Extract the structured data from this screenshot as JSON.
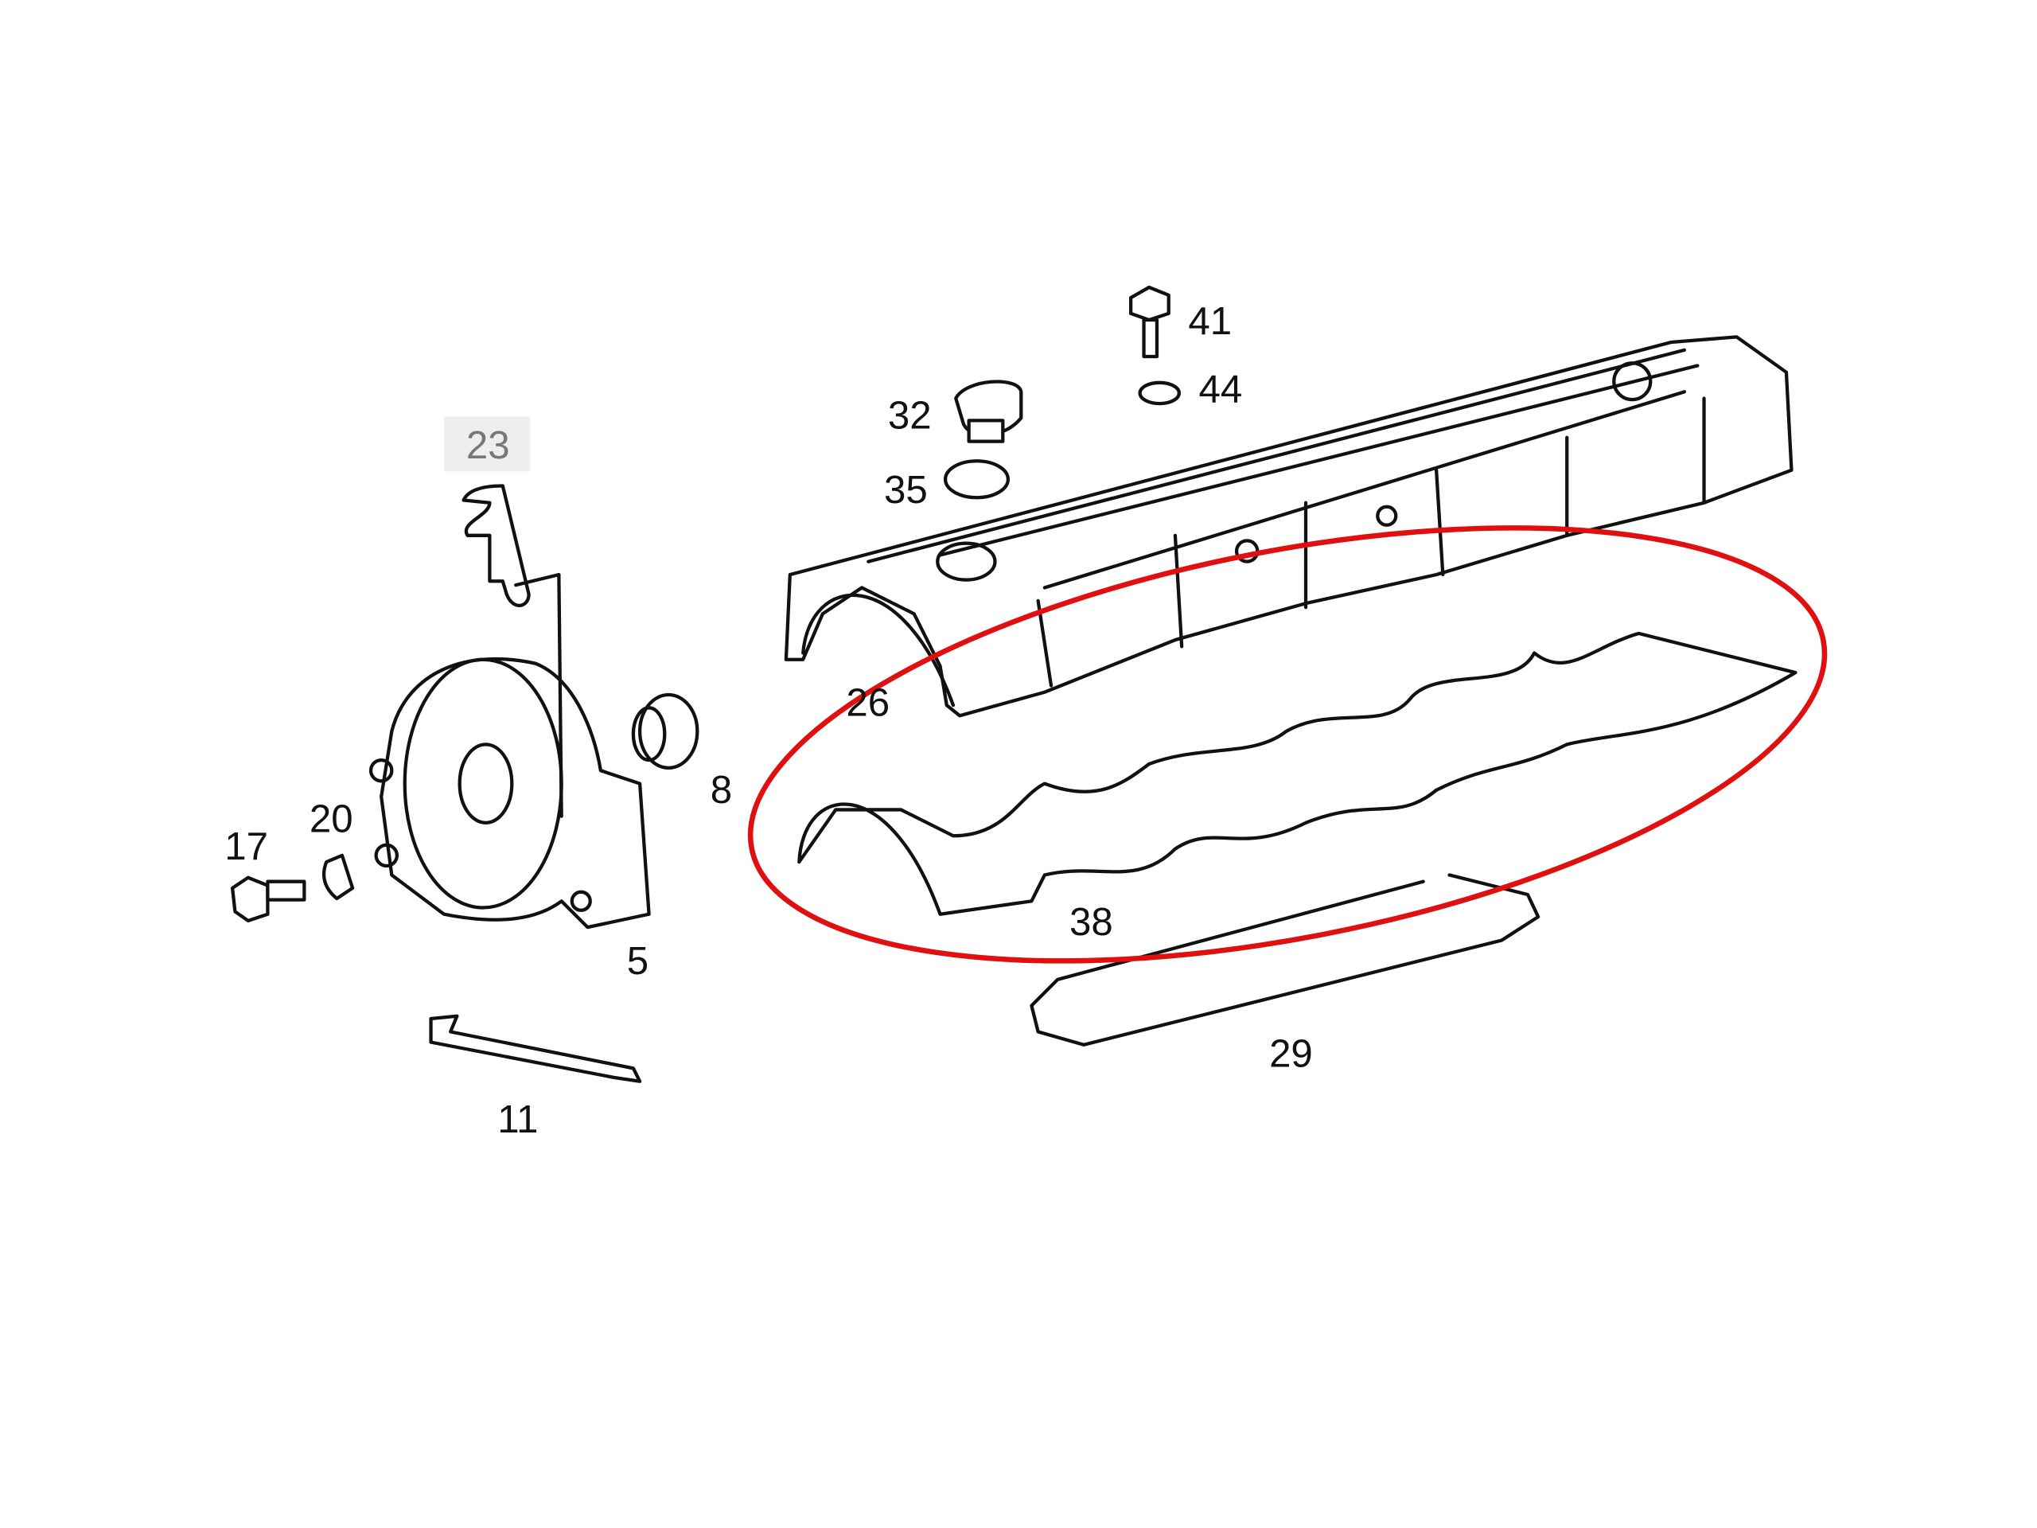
{
  "diagram": {
    "labels": {
      "p41": "41",
      "p44": "44",
      "p32": "32",
      "p35": "35",
      "p23": "23",
      "p26": "26",
      "p8": "8",
      "p20": "20",
      "p17": "17",
      "p5": "5",
      "p38": "38",
      "p29": "29",
      "p11": "11"
    },
    "highlighted_label": "23",
    "highlight_color": "#eeeeee",
    "annotation_color": "#e01010"
  }
}
